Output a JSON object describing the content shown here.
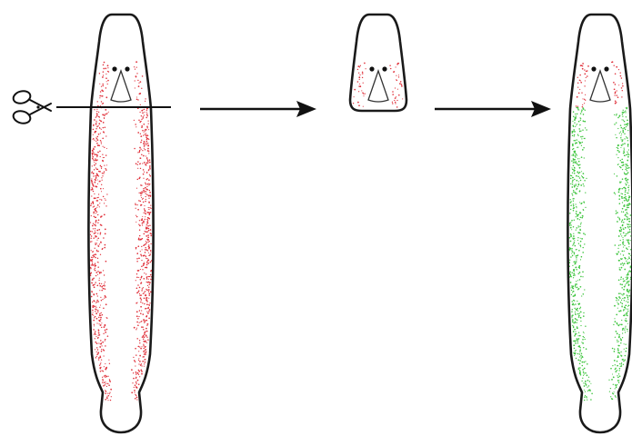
{
  "diagram": {
    "description_steps": [
      "amputation",
      "head-fragment",
      "regenerated-worm"
    ],
    "colors": {
      "outline": "#1a1a1a",
      "background": "#ffffff",
      "original_stain": "#e0303a",
      "regenerated_stain": "#3cc43c",
      "cut_line": "#111111",
      "arrow": "#111111",
      "pharynx": "#333333"
    },
    "icons": [
      "scissors-icon",
      "arrow-right-icon",
      "arrow-right-icon"
    ],
    "organisms": [
      {
        "role": "original-worm",
        "stain": "red"
      },
      {
        "role": "head-fragment",
        "stain": "red"
      },
      {
        "role": "regenerated-worm",
        "stain": "green"
      }
    ]
  }
}
